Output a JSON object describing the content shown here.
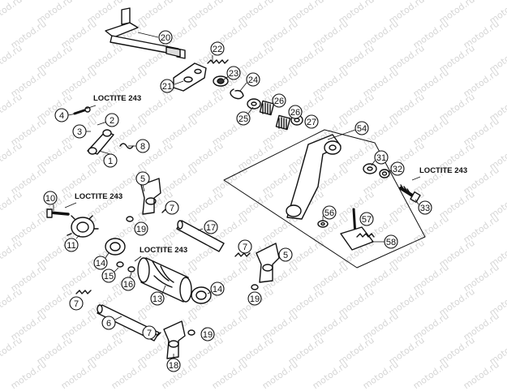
{
  "watermark": "motod.ru",
  "loctite_label": "LOCTITE 243",
  "callouts": [
    {
      "id": "c20",
      "label": "20"
    },
    {
      "id": "c21",
      "label": "21"
    },
    {
      "id": "c22",
      "label": "22"
    },
    {
      "id": "c23",
      "label": "23"
    },
    {
      "id": "c24",
      "label": "24"
    },
    {
      "id": "c25",
      "label": "25"
    },
    {
      "id": "c26a",
      "label": "26"
    },
    {
      "id": "c26b",
      "label": "26"
    },
    {
      "id": "c27",
      "label": "27"
    },
    {
      "id": "c54",
      "label": "54"
    },
    {
      "id": "c4",
      "label": "4"
    },
    {
      "id": "c2",
      "label": "2"
    },
    {
      "id": "c3",
      "label": "3"
    },
    {
      "id": "c8",
      "label": "8"
    },
    {
      "id": "c1",
      "label": "1"
    },
    {
      "id": "c31",
      "label": "31"
    },
    {
      "id": "c32",
      "label": "32"
    },
    {
      "id": "c33",
      "label": "33"
    },
    {
      "id": "c5a",
      "label": "5"
    },
    {
      "id": "c7a",
      "label": "7"
    },
    {
      "id": "c10",
      "label": "10"
    },
    {
      "id": "c19a",
      "label": "19"
    },
    {
      "id": "c17",
      "label": "17"
    },
    {
      "id": "c56",
      "label": "56"
    },
    {
      "id": "c57",
      "label": "57"
    },
    {
      "id": "c11",
      "label": "11"
    },
    {
      "id": "c58",
      "label": "58"
    },
    {
      "id": "c7b",
      "label": "7"
    },
    {
      "id": "c5b",
      "label": "5"
    },
    {
      "id": "c14a",
      "label": "14"
    },
    {
      "id": "c15",
      "label": "15"
    },
    {
      "id": "c16",
      "label": "16"
    },
    {
      "id": "c14b",
      "label": "14"
    },
    {
      "id": "c7c",
      "label": "7"
    },
    {
      "id": "c19b",
      "label": "19"
    },
    {
      "id": "c13",
      "label": "13"
    },
    {
      "id": "c6",
      "label": "6"
    },
    {
      "id": "c7d",
      "label": "7"
    },
    {
      "id": "c19c",
      "label": "19"
    },
    {
      "id": "c18",
      "label": "18"
    }
  ],
  "loctite_notes": [
    {
      "id": "l1"
    },
    {
      "id": "l2"
    },
    {
      "id": "l3"
    },
    {
      "id": "l4"
    }
  ]
}
